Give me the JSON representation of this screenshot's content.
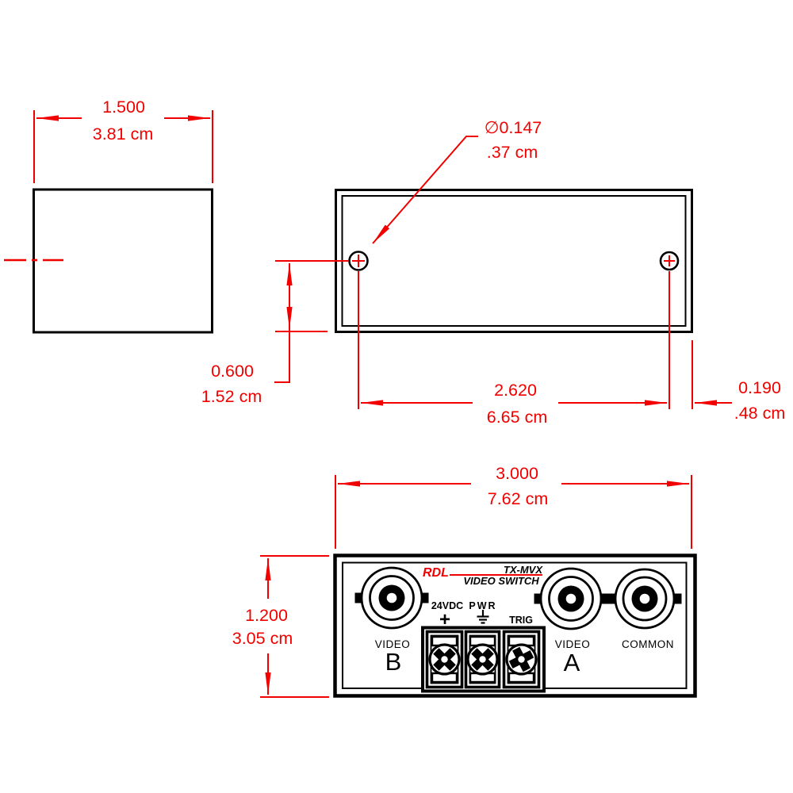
{
  "colors": {
    "dimension_red": "#f20000",
    "line_black": "#000000",
    "background": "#ffffff"
  },
  "side_view": {
    "width_in": "1.500",
    "width_cm": "3.81 cm"
  },
  "top_view": {
    "hole_callout_diameter_in": "∅0.147",
    "hole_callout_diameter_cm": ".37 cm",
    "hole_edge_offset_in": "0.600",
    "hole_edge_offset_cm": "1.52 cm",
    "hole_spacing_in": "2.620",
    "hole_spacing_cm": "6.65 cm",
    "hole_side_offset_in": "0.190",
    "hole_side_offset_cm": ".48 cm"
  },
  "front_view": {
    "width_in": "3.000",
    "width_cm": "7.62 cm",
    "height_in": "1.200",
    "height_cm": "3.05 cm",
    "panel": {
      "brand": "RDL",
      "model": "TX-MVX",
      "product": "VIDEO SWITCH",
      "connector_b_label": "VIDEO",
      "connector_b_letter": "B",
      "connector_a_label": "VIDEO",
      "connector_a_letter": "A",
      "connector_common_label": "COMMON",
      "terminal_power_label": "24VDC",
      "terminal_power_polarity": "+",
      "terminal_pwr_label": "PWR",
      "terminal_trig_label": "TRIG"
    }
  }
}
